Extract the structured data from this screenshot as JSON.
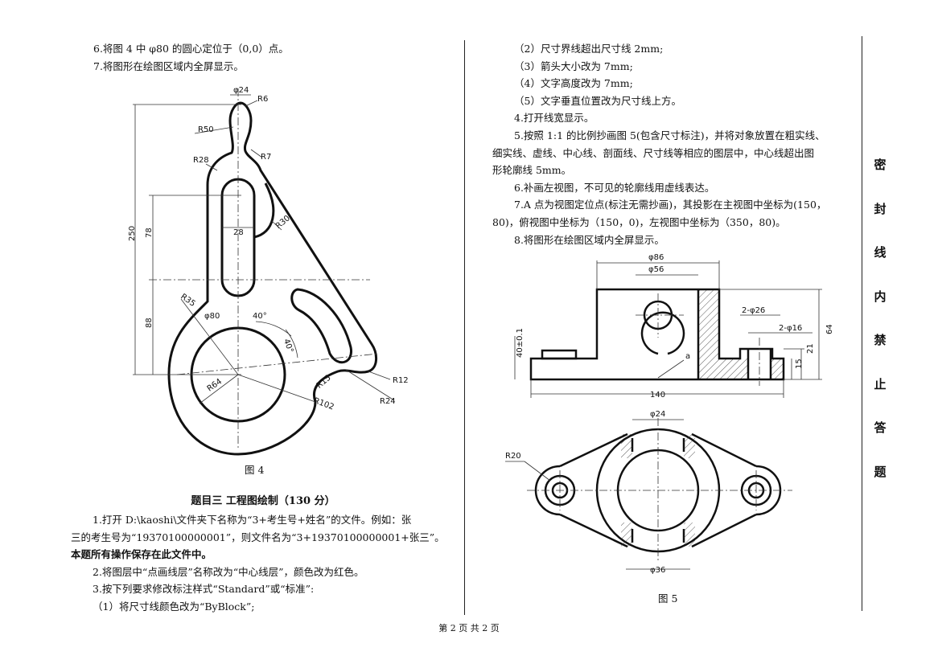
{
  "left": {
    "line1": "6.将图 4 中 φ80 的圆心定位于（0,0）点。",
    "line2": "7.将图形在绘图区域内全屏显示。",
    "fig4_caption": "图 4",
    "section_title": "题目三    工程图绘制（130 分）",
    "p1a": "1.打开 D:\\kaoshi\\文件夹下名称为“3+考生号+姓名”的文件。例如：张",
    "p1b": "三的考生号为“19370100000001”，则文件名为“3+19370100000001+张三”。",
    "p1c": "本题所有操作保存在此文件中。",
    "p2": "2.将图层中“点画线层”名称改为“中心线层”，颜色改为红色。",
    "p3": "3.按下列要求修改标注样式“Standard”或“标准”:",
    "p3_1": "（1）将尺寸线颜色改为“ByBlock”;"
  },
  "right": {
    "r1": "（2）尺寸界线超出尺寸线 2mm;",
    "r2": "（3）箭头大小改为 7mm;",
    "r3": "（4）文字高度改为 7mm;",
    "r4": "（5）文字垂直位置改为尺寸线上方。",
    "r5": "4.打开线宽显示。",
    "r6a": "5.按照 1:1 的比例抄画图 5(包含尺寸标注)，并将对象放置在粗实线、",
    "r6b": "细实线、虚线、中心线、剖面线、尺寸线等相应的图层中，中心线超出图",
    "r6c": "形轮廓线 5mm。",
    "r7": "6.补画左视图，不可见的轮廓线用虚线表达。",
    "r8a": "7.A 点为视图定位点(标注无需抄画)，其投影在主视图中坐标为(150，",
    "r8b": "80)，俯视图中坐标为（150，0)，左视图中坐标为（350，80)。",
    "r9": "8.将图形在绘图区域内全屏显示。",
    "fig5_caption": "图 5"
  },
  "fig4_labels": {
    "d24": "φ24",
    "r6": "R6",
    "r50": "R50",
    "r7": "R7",
    "r28": "R28",
    "r30": "R30",
    "w28": "28",
    "d250": "250",
    "d78": "78",
    "d88": "88",
    "r35": "R35",
    "d80": "φ80",
    "a40a": "40°",
    "a40b": "40°",
    "r64": "R64",
    "r15": "R15",
    "r102": "R102",
    "r12": "R12",
    "r24": "R24"
  },
  "fig5_labels": {
    "d86": "φ86",
    "d56": "φ56",
    "d2_26": "2-φ26",
    "d2_16": "2-φ16",
    "d40": "40±0.1",
    "d64": "64",
    "d21": "21",
    "d15": "15",
    "d140": "140",
    "a": "a",
    "d24": "φ24",
    "r20": "R20",
    "d36": "φ36"
  },
  "seal": [
    "密",
    "封",
    "线",
    "内",
    "禁",
    "止",
    "答",
    "题"
  ],
  "footer": "第 2 页    共 2 页"
}
